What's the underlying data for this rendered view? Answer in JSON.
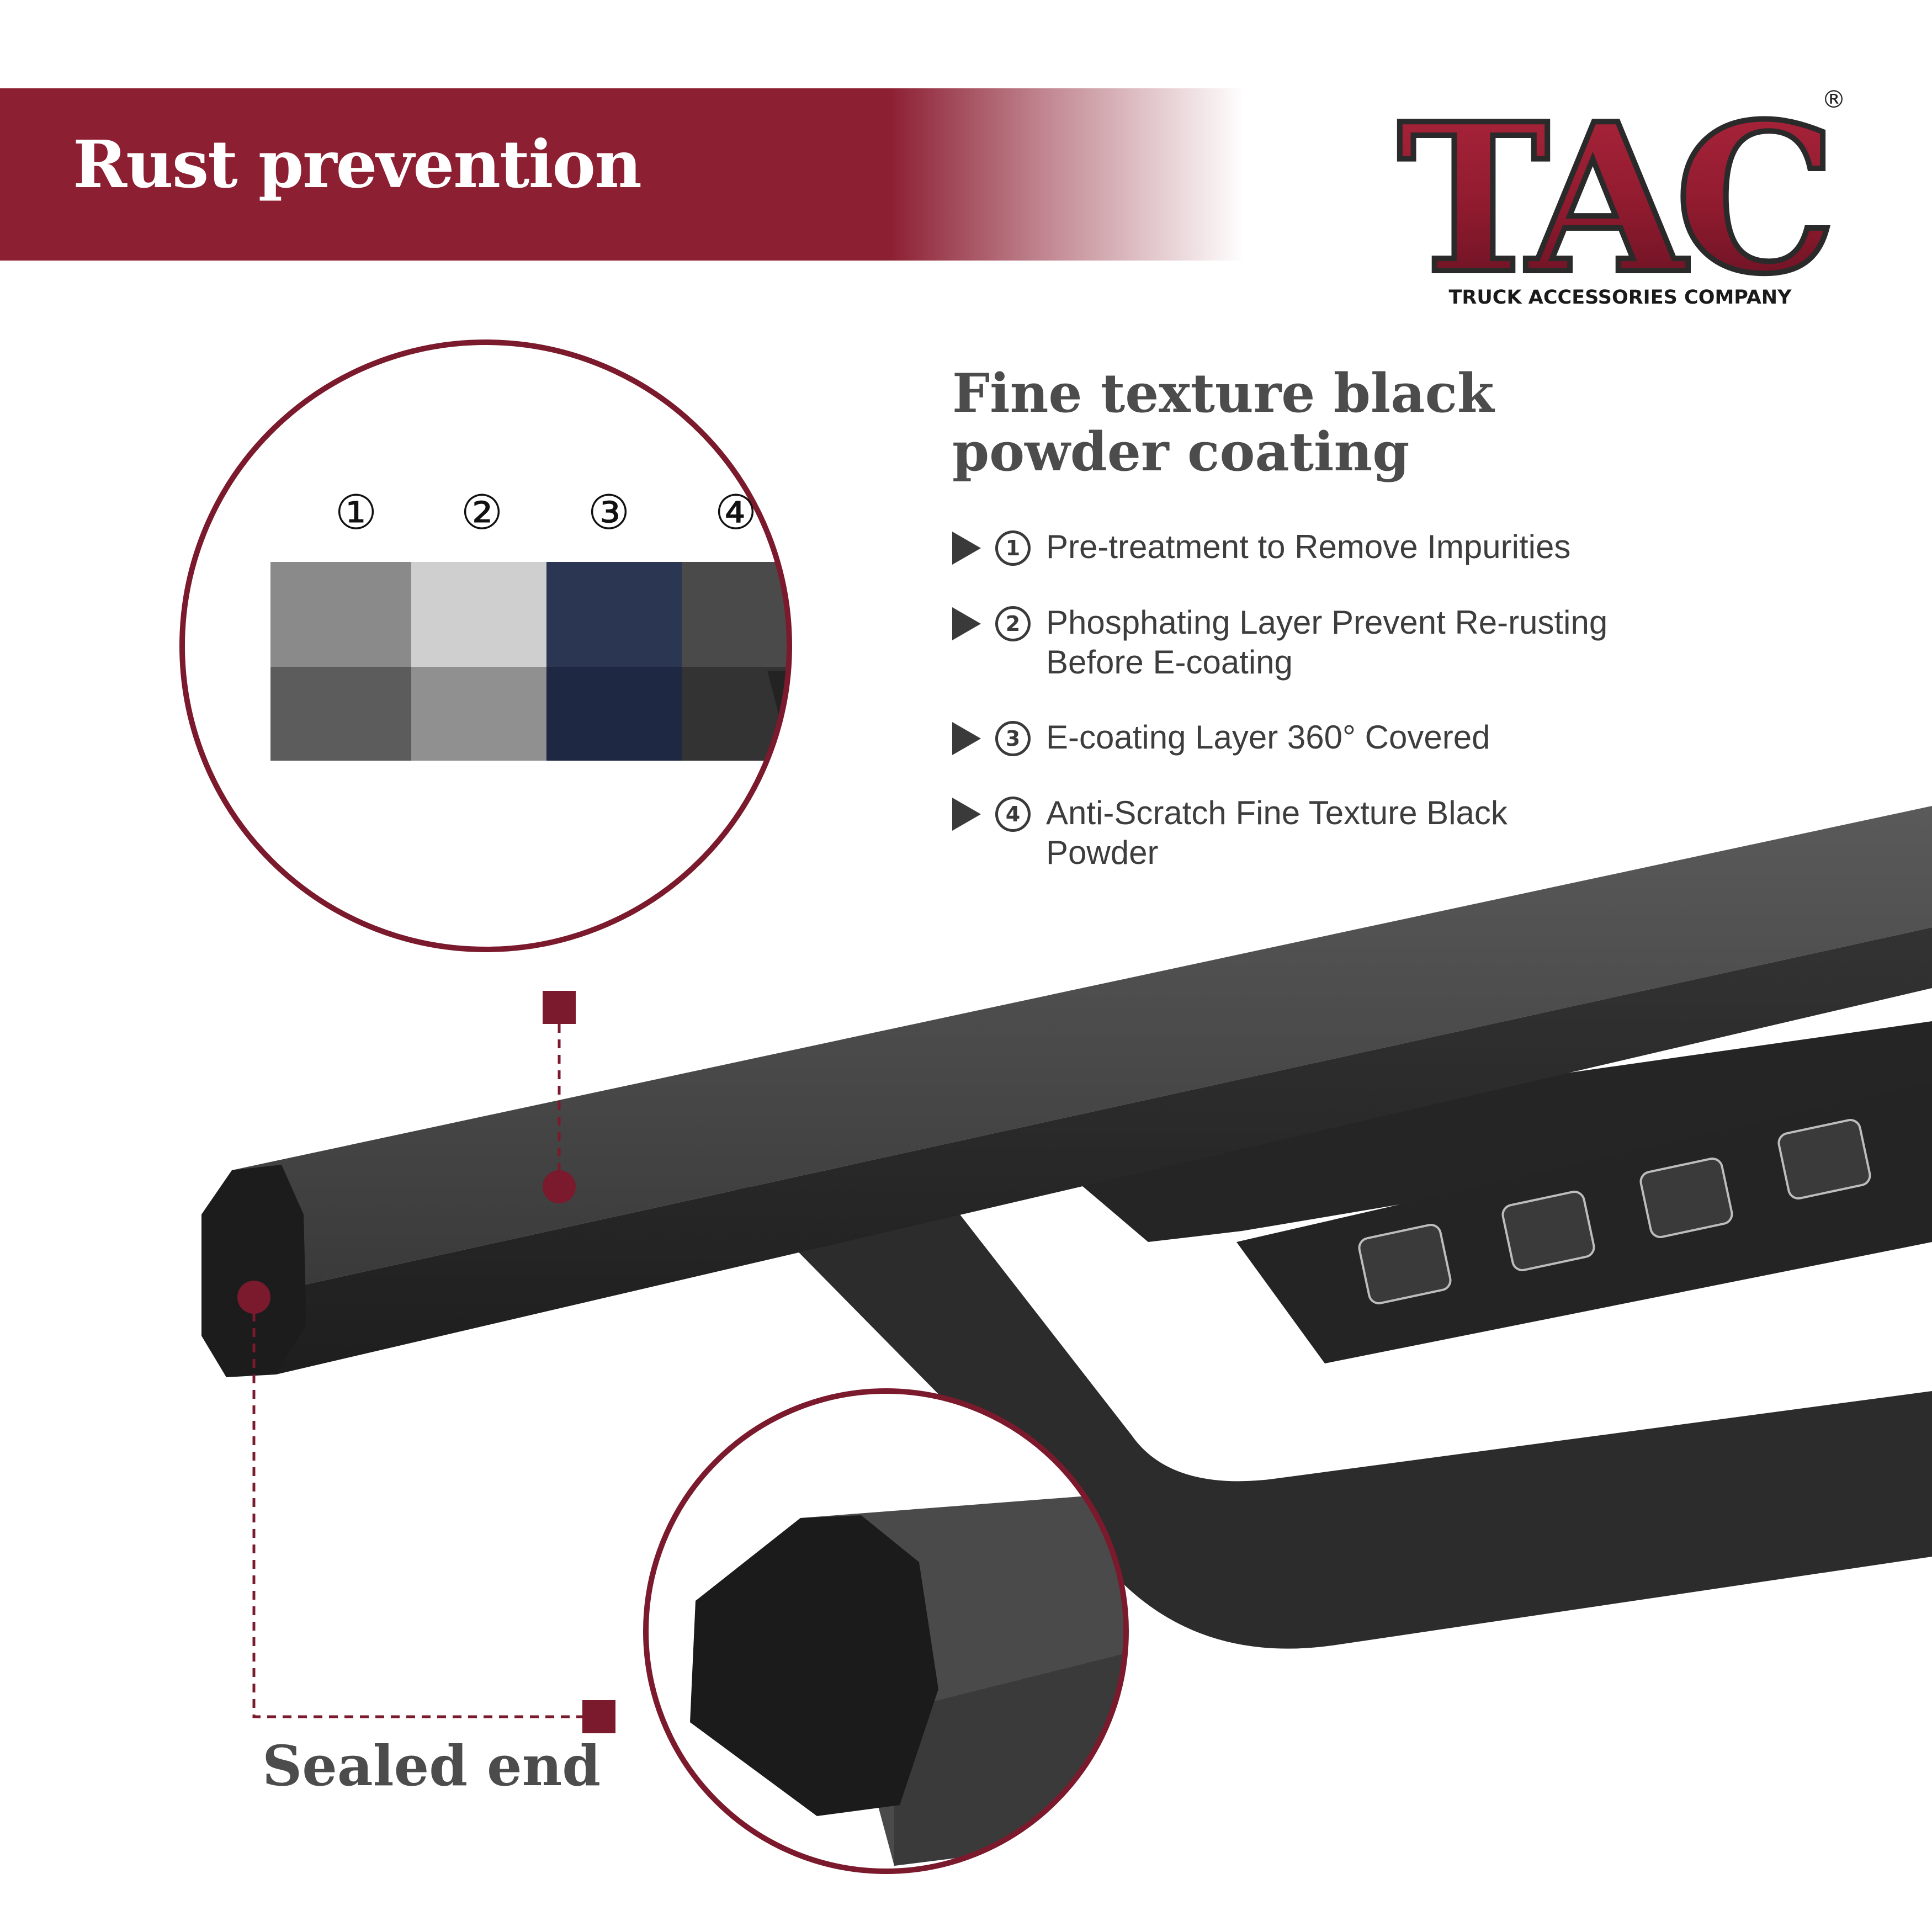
{
  "banner": {
    "title": "Rust prevention"
  },
  "brand": {
    "name": "TAC",
    "tagline": "TRUCK ACCESSORIES COMPANY",
    "registered": "®"
  },
  "coating": {
    "heading_line1": "Fine texture black",
    "heading_line2": "powder coating",
    "layer_numbers": [
      "①",
      "②",
      "③",
      "④"
    ],
    "features": [
      {
        "num": "1",
        "line1": "Pre-treatment to Remove Impurities",
        "line2": ""
      },
      {
        "num": "2",
        "line1": "Phosphating Layer Prevent Re-rusting",
        "line2": "Before E-coating"
      },
      {
        "num": "3",
        "line1": "E-coating Layer 360° Covered",
        "line2": ""
      },
      {
        "num": "4",
        "line1": "Anti-Scratch Fine Texture Black",
        "line2": "Powder"
      }
    ]
  },
  "callout": {
    "sealed_end": "Sealed end"
  },
  "colors": {
    "brand_red": "#8c1f32",
    "text_gray": "#4c4c4c",
    "bar_black": "#2b2b2b",
    "layer_blue": "#2b3652"
  }
}
